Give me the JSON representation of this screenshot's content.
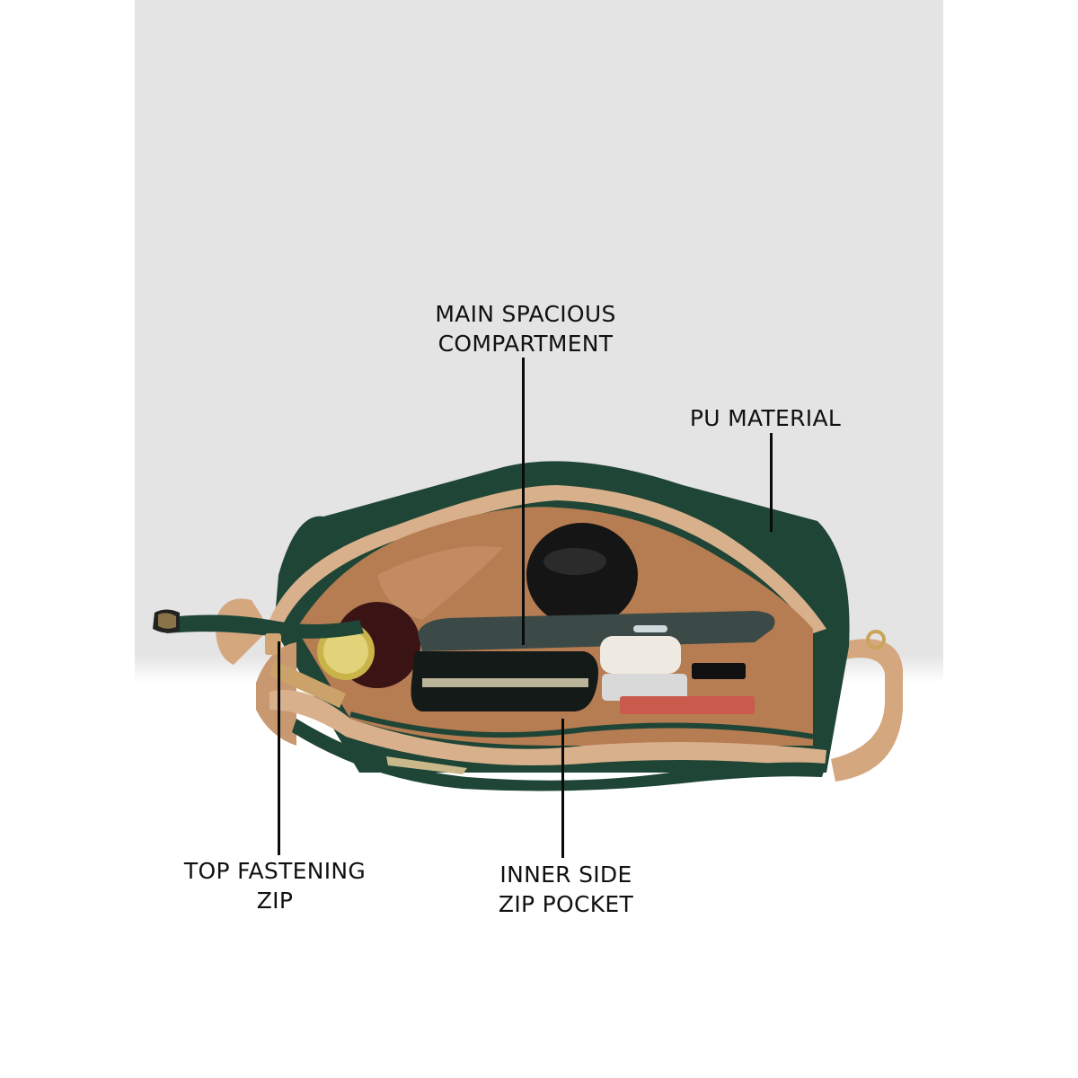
{
  "infographic": {
    "background": {
      "panel_color": "#e4e4e4",
      "page_color": "#ffffff"
    },
    "product": {
      "type": "sling bag",
      "body_color": "#1f4536",
      "trim_color": "#d9b08c",
      "lining_color": "#b67c52",
      "hardware_color": "#c9a45a"
    },
    "callouts": [
      {
        "id": "main-compartment",
        "lines": [
          "MAIN SPACIOUS",
          "COMPARTMENT"
        ]
      },
      {
        "id": "pu-material",
        "lines": [
          "PU MATERIAL"
        ]
      },
      {
        "id": "top-zip",
        "lines": [
          "TOP FASTENING",
          "ZIP"
        ]
      },
      {
        "id": "inner-pocket",
        "lines": [
          "INNER SIDE",
          "ZIP POCKET"
        ]
      }
    ]
  }
}
